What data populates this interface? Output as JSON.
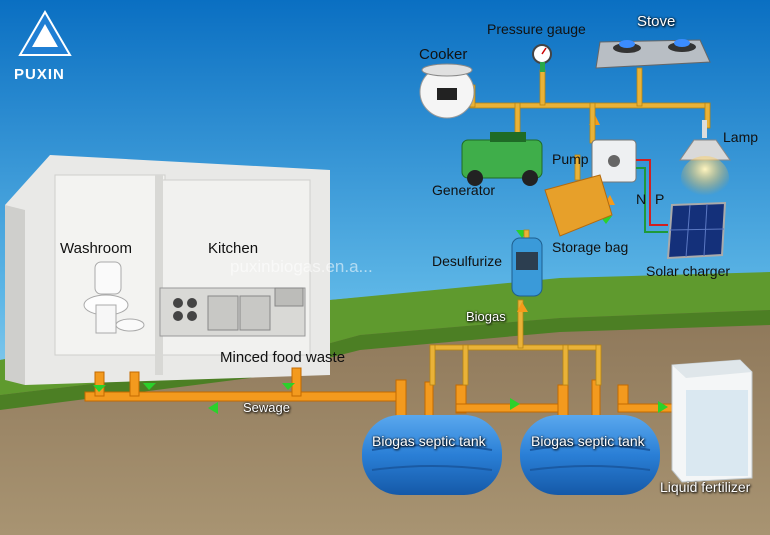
{
  "brand": {
    "name": "PUXIN",
    "watermark": "puxinbiogas.en.a..."
  },
  "labels": {
    "pressure_gauge": "Pressure gauge",
    "stove": "Stove",
    "cooker": "Cooker",
    "lamp": "Lamp",
    "generator": "Generator",
    "pump": "Pump",
    "n": "N",
    "p": "P",
    "storage_bag": "Storage bag",
    "desulfurize": "Desulfurize",
    "solar_charger": "Solar charger",
    "washroom": "Washroom",
    "kitchen": "Kitchen",
    "biogas": "Biogas",
    "minced_food_waste": "Minced food waste",
    "sewage": "Sewage",
    "tank1": "Biogas septic tank",
    "tank2": "Biogas septic tank",
    "liquid_fertilizer": "Liquid fertilizer"
  },
  "colors": {
    "sky_top": "#0a6fc2",
    "sky_bottom": "#bfe7f5",
    "gas_pipe": "#e9b238",
    "water_pipe": "#f39a1e",
    "tank": "#2f86d9",
    "grass": "#5f9a2e",
    "soil": "#9b8463",
    "arrow_green": "#2bd12b",
    "arrow_orange": "#f59b1a",
    "wire_red": "#d22020",
    "wire_green": "#1e9a3a"
  }
}
